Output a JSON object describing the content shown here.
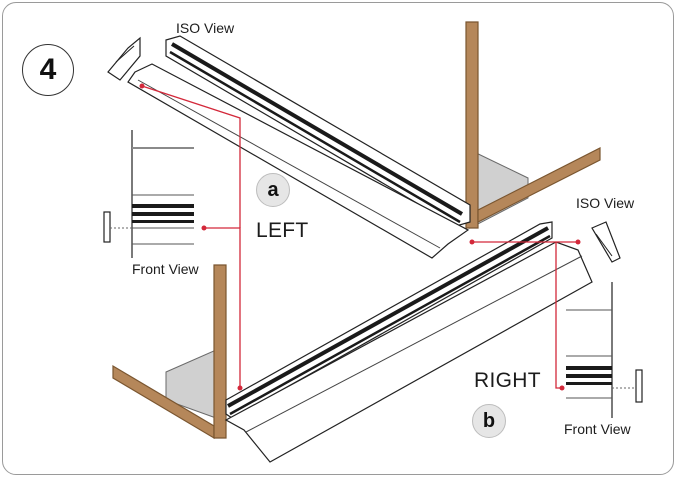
{
  "step": {
    "number": "4"
  },
  "labels": {
    "iso_view_top": "ISO View",
    "iso_view_right": "ISO View",
    "front_view_left": "Front View",
    "front_view_right": "Front View",
    "left": "LEFT",
    "right": "RIGHT",
    "badge_a": "a",
    "badge_b": "b"
  },
  "colors": {
    "leader_line": "#d3283a",
    "wood": "#b5875a",
    "wood_dark": "#7a5630",
    "profile_dark": "#1a1a1a",
    "box_gray": "#d0d0d0"
  }
}
